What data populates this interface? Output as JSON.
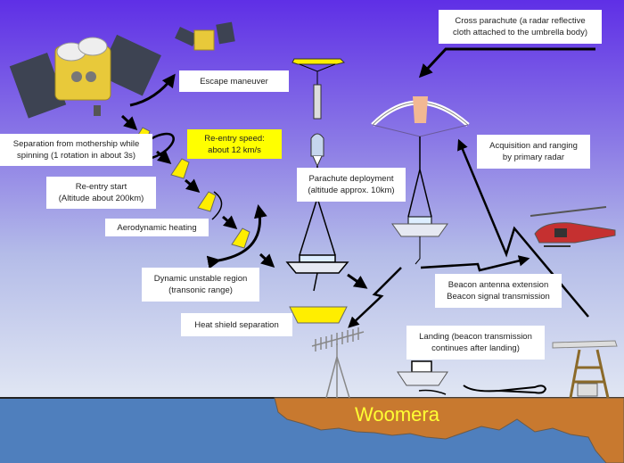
{
  "diagram": {
    "title": "Hayabusa capsule re-entry and recovery sequence",
    "colors": {
      "sky_top": "#5f2fe6",
      "sky_bottom": "#e8ecf5",
      "sea": "#4f7fbd",
      "land": "#c8792f",
      "capsule": "#ffee00",
      "label_bg": "#ffffff",
      "highlight_bg": "#ffff00",
      "place_text": "#ffff33"
    },
    "labels": {
      "escape": "Escape maneuver",
      "separation": "Separation from mothership while\nspinning (1 rotation in about 3s)",
      "speed": "Re-entry speed:\nabout 12 km/s",
      "reentry_start": "Re-entry start\n(Altitude about 200km)",
      "aero_heating": "Aerodynamic heating",
      "unstable": "Dynamic unstable region\n(transonic range)",
      "heat_shield": "Heat shield separation",
      "parachute": "Parachute deployment\n(altitude approx. 10km)",
      "cross_parachute": "Cross parachute (a radar reflective\ncloth attached to the umbrella body)",
      "radar": "Acquisition and ranging\nby primary radar",
      "beacon": "Beacon antenna extension\nBeacon signal transmission",
      "landing": "Landing (beacon transmission\ncontinues after landing)"
    },
    "place": "Woomera",
    "icons": [
      "mothership-spacecraft",
      "departing-spacecraft",
      "capsule",
      "drogue-parachute",
      "main-parachute",
      "cross-parachute",
      "helicopter",
      "yagi-antenna",
      "radar-tower",
      "landed-capsule",
      "parachute-bundle"
    ]
  }
}
